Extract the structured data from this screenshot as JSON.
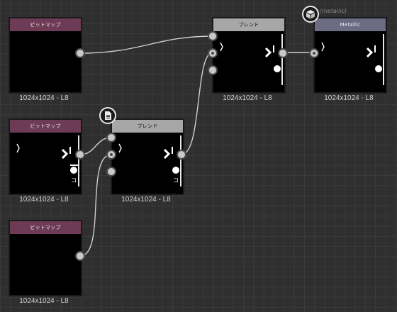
{
  "nodes": {
    "bitmap1": {
      "title": "ビットマップ",
      "caption": "1024x1024 - L8"
    },
    "bitmap2": {
      "title": "ビットマップ",
      "caption": "1024x1024 - L8"
    },
    "bitmap3": {
      "title": "ビットマップ",
      "caption": "1024x1024 - L8"
    },
    "blend1": {
      "title": "ブレンド",
      "caption": "1024x1024 - L8"
    },
    "blend2": {
      "title": "ブレンド",
      "caption": "1024x1024 - L8"
    },
    "output": {
      "title": "Metallic",
      "caption": "1024x1024 - L8",
      "tag": "(metallic)"
    }
  },
  "icons": {
    "output_badge": "output-cube-icon",
    "blend2_badge": "document-icon"
  },
  "colors": {
    "bitmap_header": "#6d3b55",
    "blend_header": "#a7a7a7",
    "output_header": "#6b6b82",
    "wire": "#cfcfcf",
    "background": "#2f2f2f"
  }
}
